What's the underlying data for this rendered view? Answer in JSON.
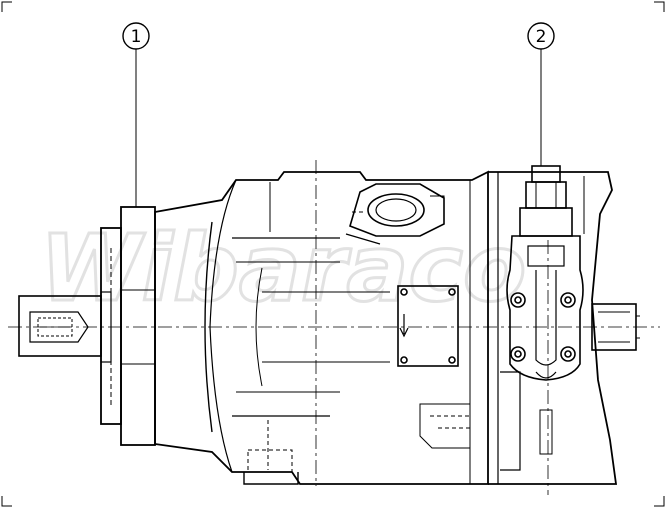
{
  "callouts": [
    {
      "label": "1",
      "part": "pump-housing"
    },
    {
      "label": "2",
      "part": "control-valve"
    }
  ],
  "watermark": {
    "text": "Wibaraco"
  },
  "colors": {
    "line": "#000000",
    "watermark": "#e2e2e2",
    "background": "#ffffff"
  }
}
